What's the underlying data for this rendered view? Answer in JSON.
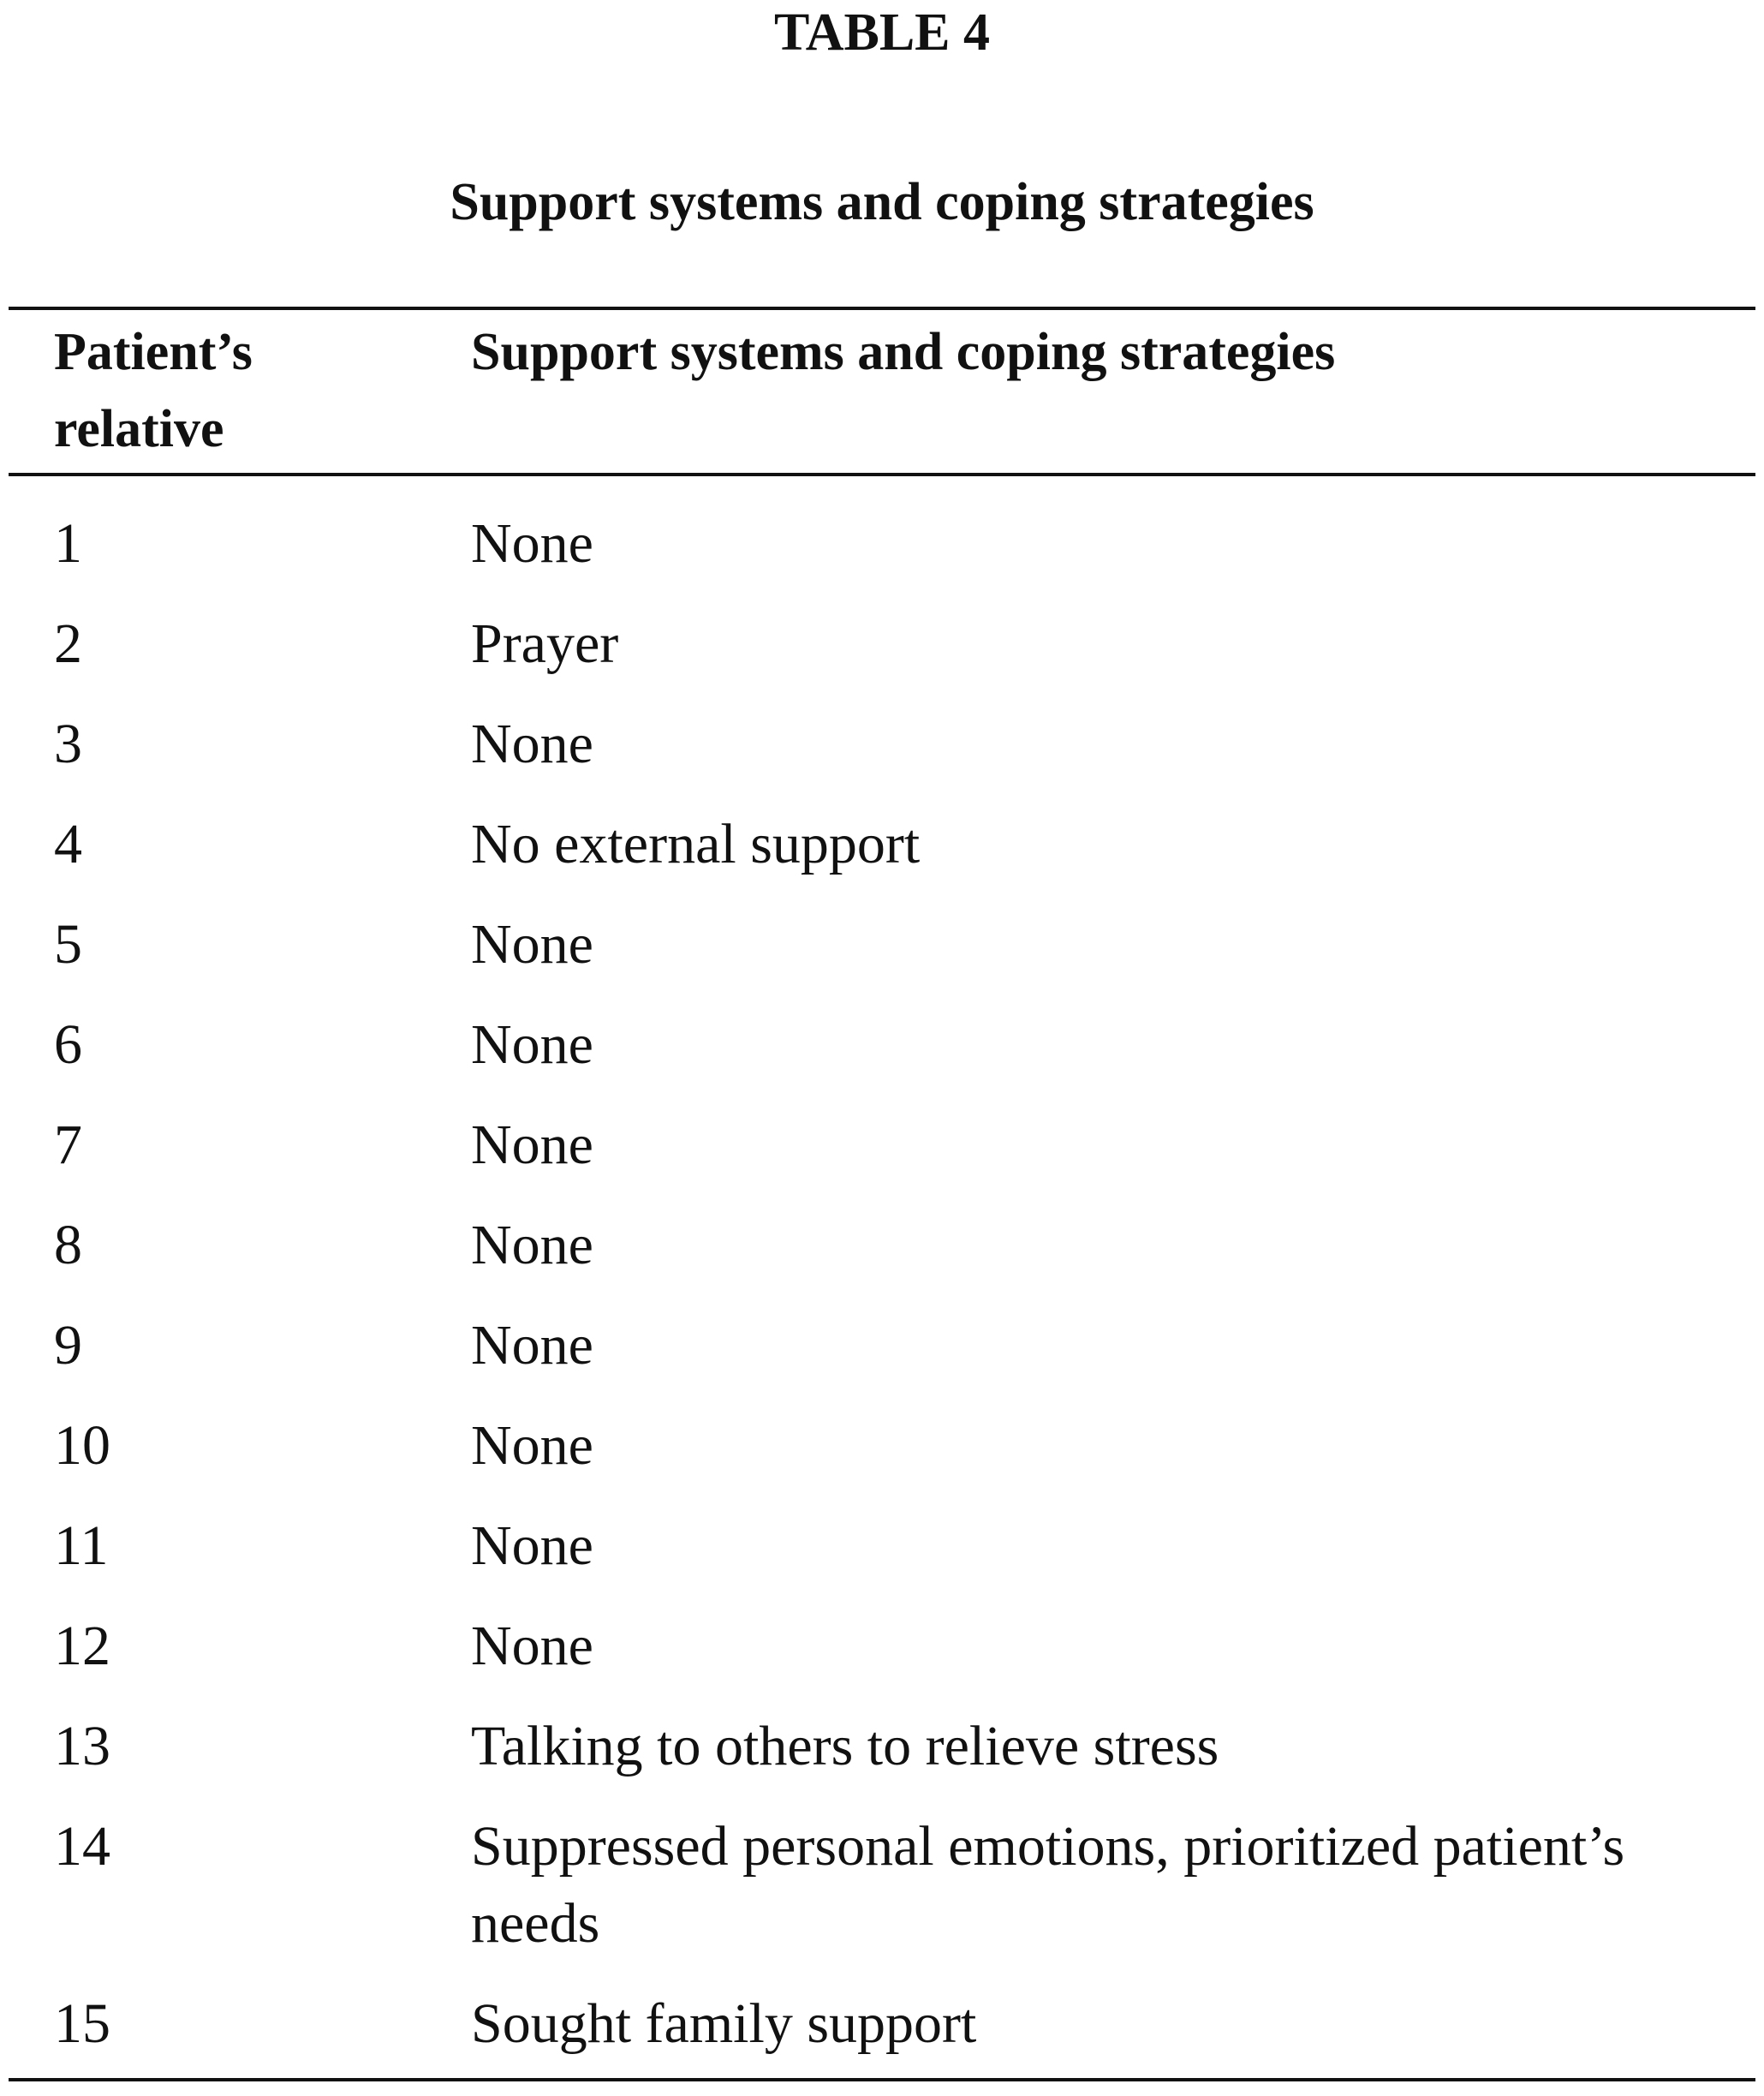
{
  "table_label": "TABLE 4",
  "table_title": "Support systems and coping strategies",
  "columns": {
    "relative_header": "Patient’s relative",
    "strategies_header": "Support systems and coping strategies"
  },
  "rows": [
    {
      "relative": "1",
      "strategy": "None"
    },
    {
      "relative": "2",
      "strategy": "Prayer"
    },
    {
      "relative": "3",
      "strategy": "None"
    },
    {
      "relative": "4",
      "strategy": "No external support"
    },
    {
      "relative": "5",
      "strategy": "None"
    },
    {
      "relative": "6",
      "strategy": "None"
    },
    {
      "relative": "7",
      "strategy": "None"
    },
    {
      "relative": "8",
      "strategy": "None"
    },
    {
      "relative": "9",
      "strategy": "None"
    },
    {
      "relative": "10",
      "strategy": "None"
    },
    {
      "relative": "11",
      "strategy": "None"
    },
    {
      "relative": "12",
      "strategy": "None"
    },
    {
      "relative": "13",
      "strategy": "Talking to others to relieve stress"
    },
    {
      "relative": "14",
      "strategy": "Suppressed personal emotions, prioritized patient’s needs"
    },
    {
      "relative": "15",
      "strategy": "Sought family support"
    }
  ]
}
